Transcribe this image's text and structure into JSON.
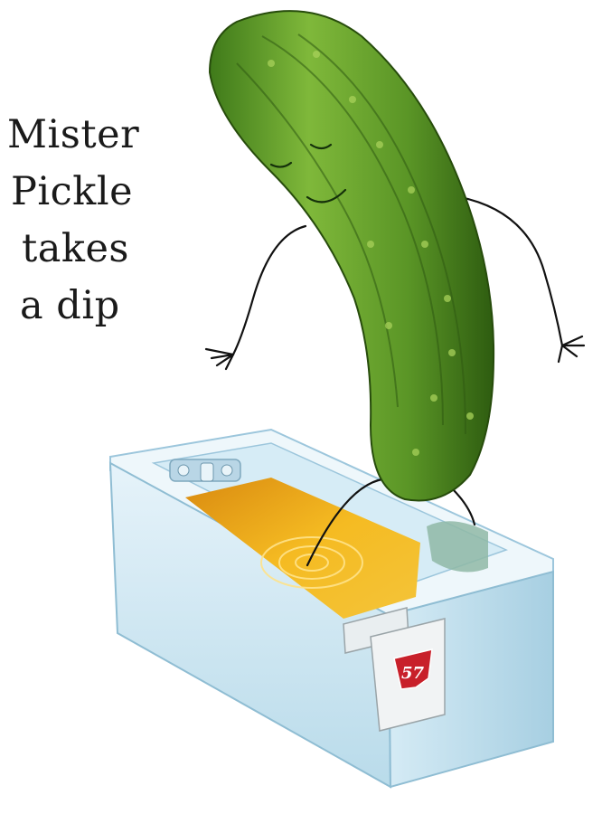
{
  "headline": {
    "line1": "Mister",
    "line2": "Pickle",
    "line3": "takes",
    "line4": "a dip"
  },
  "label": {
    "number": "57"
  },
  "colors": {
    "background": "#ffffff",
    "pickle": "#5e9a2a",
    "pickle_dark": "#2f5a12",
    "bathtub": "#cfe6f2",
    "bathtub_shadow": "#9cc6dc",
    "liquid": "#f2b21a",
    "label_red": "#c8202a"
  }
}
